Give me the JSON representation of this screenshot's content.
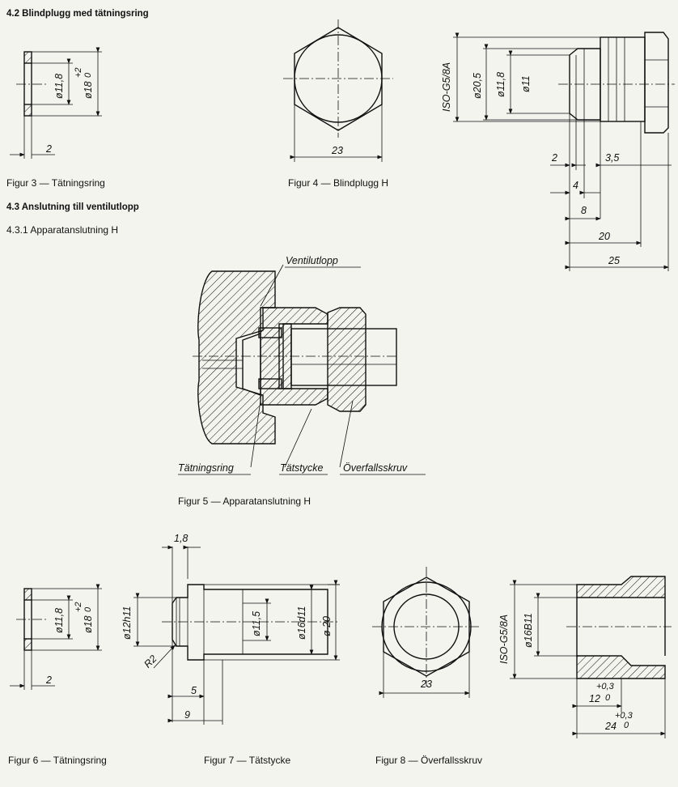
{
  "sections": {
    "s42": "4.2   Blindplugg med tätningsring",
    "s43": "4.3   Anslutning till ventilutlopp",
    "s431": "4.3.1   Apparatanslutning H"
  },
  "captions": {
    "fig3": "Figur 3 — Tätningsring",
    "fig4": "Figur 4 — Blindplugg H",
    "fig5": "Figur 5 — Apparatanslutning H",
    "fig6": "Figur 6 — Tätningsring",
    "fig7": "Figur 7 — Tätstycke",
    "fig8": "Figur 8 — Överfallsskruv"
  },
  "fig3": {
    "d_inner": "ø11,8",
    "d_outer": "ø18",
    "tol_up": "+2",
    "tol_low": "0",
    "thickness": "2"
  },
  "fig4": {
    "width": "23",
    "thread": "ISO-G5/8A",
    "d1": "ø20,5",
    "d2": "ø11,8",
    "d3": "ø11",
    "l2": "2",
    "l35": "3,5",
    "l4": "4",
    "l8": "8",
    "l20": "20",
    "l25": "25"
  },
  "fig5": {
    "valve_outlet": "Ventilutlopp",
    "seal_ring": "Tätningsring",
    "seal_piece": "Tätstycke",
    "union_nut": "Överfallsskruv"
  },
  "fig6": {
    "d_inner": "ø11,8",
    "d_outer": "ø18",
    "tol_up": "+2",
    "tol_low": "0",
    "thickness": "2"
  },
  "fig7": {
    "l18": "1,8",
    "d12": "ø12h11",
    "d115": "ø11,5",
    "d16": "ø16d11",
    "d20": "ø 20",
    "r2": "R2",
    "l5": "5",
    "l9": "9"
  },
  "fig8": {
    "width": "23",
    "thread": "ISO-G5/8A",
    "d16": "ø16B11",
    "tol1_up": "+0,3",
    "tol1_val": "12",
    "tol1_low": "0",
    "tol2_up": "+0,3",
    "tol2_val": "24",
    "tol2_low": "0"
  }
}
